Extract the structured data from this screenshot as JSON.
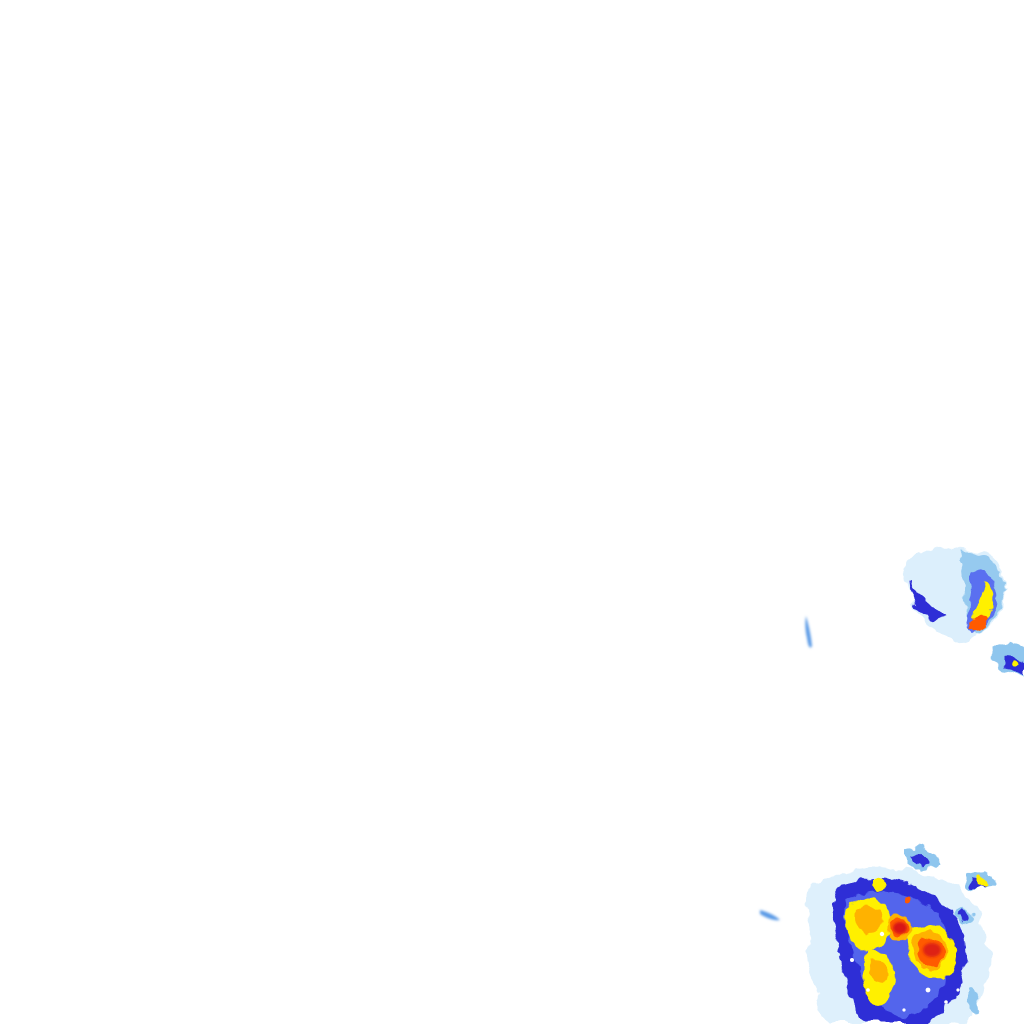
{
  "map": {
    "kind": "weather-radar-precipitation-tile",
    "background": "#ffffff",
    "basemap_visible": false,
    "labels_visible": false,
    "visible_text": []
  },
  "legend": {
    "visible": false,
    "scale_colors": {
      "very_light": "#d6ecfb",
      "light": "#8fc6ee",
      "light_moderate": "#5a6ff0",
      "moderate": "#2f2fd6",
      "heavy": "#fff000",
      "very_heavy": "#ffb200",
      "intense": "#ff5a00",
      "extreme": "#d81818"
    }
  },
  "precipitation_cells": [
    {
      "name": "north-east-cell",
      "intensity": "intense",
      "colors": [
        "light",
        "light_moderate",
        "moderate",
        "heavy",
        "intense"
      ]
    },
    {
      "name": "east-edge-cell",
      "intensity": "moderate",
      "colors": [
        "light",
        "light_moderate",
        "moderate",
        "heavy"
      ]
    },
    {
      "name": "isolated-streak",
      "intensity": "light",
      "colors": [
        "light"
      ]
    },
    {
      "name": "south-east-storm-complex",
      "intensity": "extreme",
      "colors": [
        "light",
        "light_moderate",
        "moderate",
        "heavy",
        "very_heavy",
        "intense",
        "extreme"
      ]
    }
  ]
}
